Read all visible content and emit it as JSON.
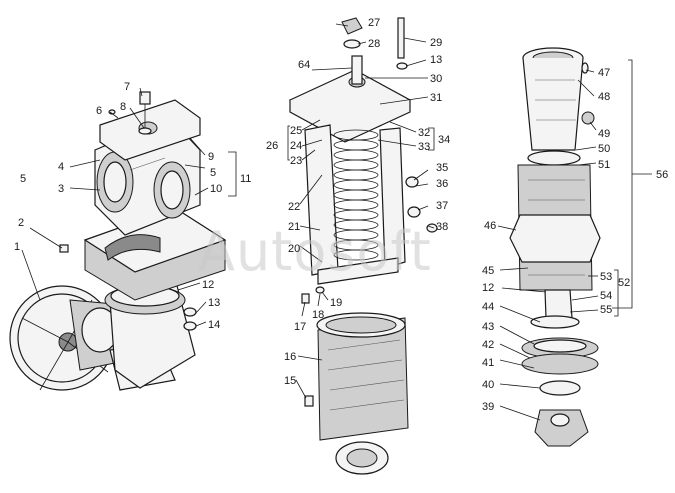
{
  "watermark": "Autosoft",
  "callouts": [
    "1",
    "2",
    "3",
    "4",
    "5",
    "5",
    "6",
    "7",
    "8",
    "9",
    "10",
    "11",
    "12",
    "13",
    "14",
    "15",
    "16",
    "17",
    "18",
    "19",
    "20",
    "21",
    "22",
    "23",
    "24",
    "25",
    "26",
    "27",
    "28",
    "29",
    "13",
    "64",
    "30",
    "31",
    "32",
    "33",
    "34",
    "35",
    "36",
    "37",
    "38",
    "46",
    "45",
    "12",
    "44",
    "43",
    "42",
    "41",
    "40",
    "39",
    "47",
    "48",
    "49",
    "50",
    "51",
    "53",
    "54",
    "55",
    "52",
    "56"
  ]
}
